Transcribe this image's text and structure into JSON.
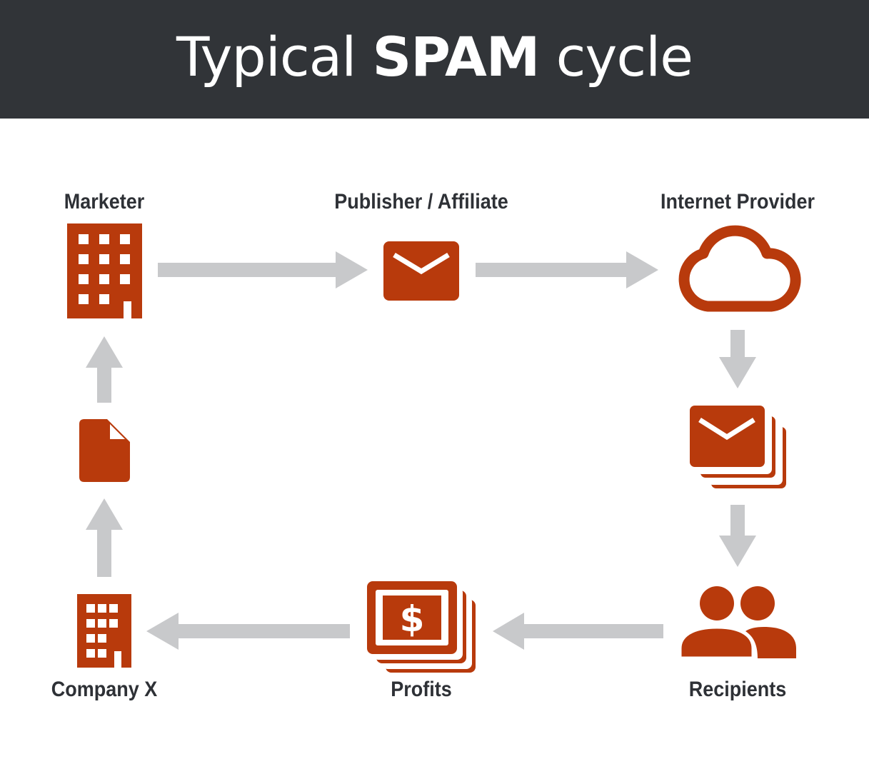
{
  "title": {
    "prefix": "Typical",
    "emphasis": "SPAM",
    "suffix": "cycle"
  },
  "nodes": {
    "marketer": "Marketer",
    "publisher": "Publisher / Affiliate",
    "internet_provider": "Internet Provider",
    "recipients": "Recipients",
    "profits": "Profits",
    "company_x": "Company X"
  },
  "icons": {
    "marketer": "office-building-icon",
    "publisher": "envelope-icon",
    "internet_provider": "cloud-icon",
    "bulk_mail": "stacked-envelopes-icon",
    "recipients": "people-icon",
    "profits": "stacked-money-icon",
    "company_x": "small-building-icon",
    "document": "document-icon"
  },
  "colors": {
    "header_bg": "#313438",
    "icon": "#b83a0c",
    "arrow": "#c8c9cb",
    "label": "#2e3136"
  }
}
